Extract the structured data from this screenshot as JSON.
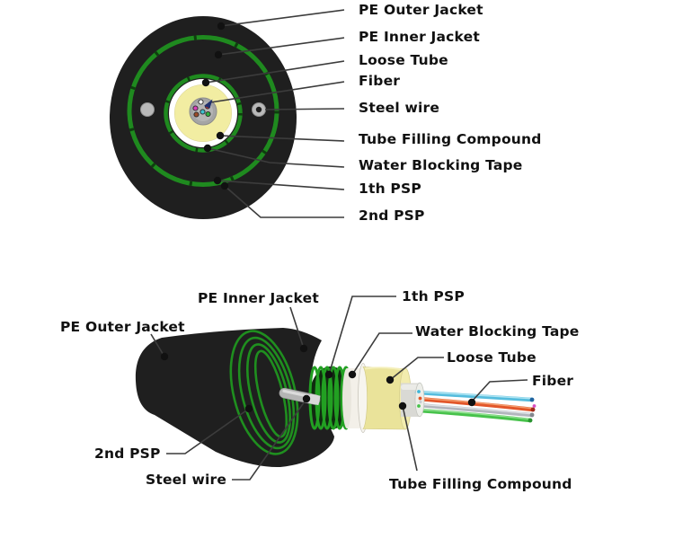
{
  "figure": {
    "subject": "Fiber optic cable construction diagram",
    "top_view": "cross-section",
    "bottom_view": "3d-cutaway"
  },
  "cross_section": {
    "labels": [
      {
        "text": "PE Outer Jacket"
      },
      {
        "text": "PE Inner Jacket"
      },
      {
        "text": "Loose Tube"
      },
      {
        "text": "Fiber"
      },
      {
        "text": "Steel wire"
      },
      {
        "text": "Tube Filling Compound"
      },
      {
        "text": "Water Blocking Tape"
      },
      {
        "text": "1th PSP"
      },
      {
        "text": "2nd PSP"
      }
    ],
    "fiber_dot_colors": [
      "#ffffff",
      "#d83fb8",
      "#9c4a28",
      "#3fc0cf",
      "#2fae3f",
      "#c43030"
    ]
  },
  "cutaway": {
    "labels": [
      {
        "text": "PE Outer Jacket"
      },
      {
        "text": "PE Inner Jacket"
      },
      {
        "text": "1th PSP"
      },
      {
        "text": "Water Blocking Tape"
      },
      {
        "text": "Loose Tube"
      },
      {
        "text": "Fiber"
      },
      {
        "text": "2nd PSP"
      },
      {
        "text": "Steel wire"
      },
      {
        "text": "Tube Filling Compound"
      }
    ],
    "fiber_strand_colors": [
      "#55bcdd",
      "#e2562a",
      "#b2b6bd",
      "#47c24b"
    ]
  },
  "colors": {
    "background": "#ffffff",
    "jacket_black": "#1f1f1f",
    "psp_green": "#1f8a1f",
    "filling_yellow": "#f2eda2",
    "tape_white": "#ffffff",
    "steel_grey": "#b9b9b9",
    "label_text": "#111111",
    "leader_line": "#3c3c3c"
  }
}
